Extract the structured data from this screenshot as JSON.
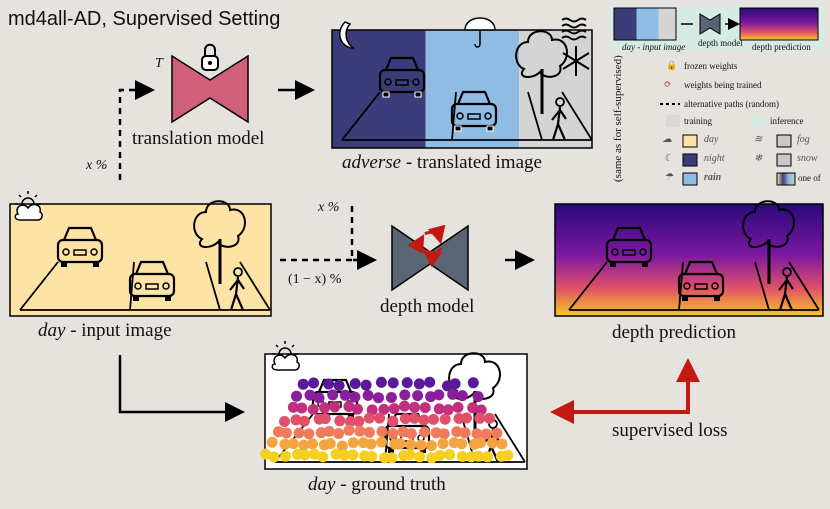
{
  "title": "md4all-AD, Supervised Setting",
  "translation_model": {
    "label": "translation model",
    "symbol": "T"
  },
  "adverse_image": {
    "italic": "adverse",
    "rest": " - translated image"
  },
  "input_image": {
    "italic": "day",
    "rest": " - input image"
  },
  "depth_model": {
    "label": "depth model"
  },
  "depth_prediction": {
    "label": "depth prediction"
  },
  "ground_truth": {
    "italic": "day",
    "rest": " - ground truth"
  },
  "supervised_loss": "supervised loss",
  "path_labels": {
    "x_top": "x %",
    "x_mid": "x %",
    "one_minus_x": "(1 − x) %"
  },
  "legend": {
    "mini_labels": {
      "input": "day - input image",
      "model": "depth model",
      "prediction": "depth prediction"
    },
    "frozen": "frozen weights",
    "trained": "weights being trained",
    "alt_paths": "alternative paths (random)",
    "training": "training",
    "inference": "inference",
    "side_note": "(same as for self-supervised)",
    "conditions": {
      "day": "day",
      "night": "night",
      "rain": "rain",
      "fog": "fog",
      "snow": "snow",
      "one_of": "one of"
    }
  },
  "colors": {
    "day": "#fde3a5",
    "night": "#3d3c7a",
    "rain": "#8fbce2",
    "fog": "#c8c8c8",
    "translation": "#d0607a",
    "depth": "#5a6574",
    "loss": "#c21a12"
  }
}
